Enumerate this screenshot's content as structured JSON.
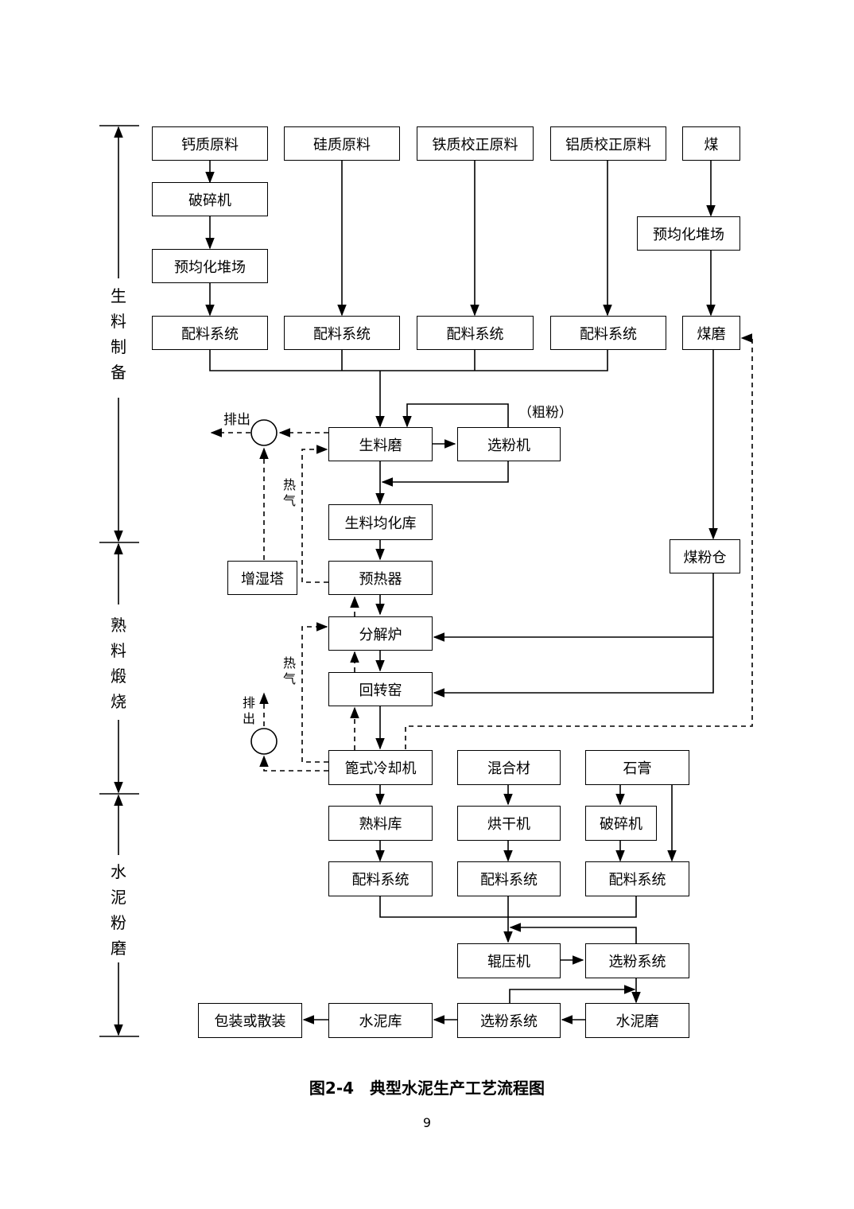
{
  "stages": {
    "raw": [
      "生",
      "料",
      "制",
      "备"
    ],
    "clinker": [
      "熟",
      "料",
      "煅",
      "烧"
    ],
    "grinding": [
      "水",
      "泥",
      "粉",
      "磨"
    ]
  },
  "boxes": {
    "ca_raw": "钙质原料",
    "si_raw": "硅质原料",
    "fe_raw": "铁质校正原料",
    "al_raw": "铝质校正原料",
    "coal": "煤",
    "crusher1": "破碎机",
    "prehomo1": "预均化堆场",
    "prehomo_coal": "预均化堆场",
    "batch": "配料系统",
    "coal_mill": "煤磨",
    "raw_mill": "生料磨",
    "separator": "选粉机",
    "raw_silo": "生料均化库",
    "humid_tower": "增湿塔",
    "preheater": "预热器",
    "calciner": "分解炉",
    "kiln": "回转窑",
    "coal_bin": "煤粉仓",
    "cooler": "篦式冷却机",
    "mixture": "混合材",
    "gypsum": "石膏",
    "clinker_silo": "熟料库",
    "dryer": "烘干机",
    "crusher2": "破碎机",
    "roller": "辊压机",
    "sep_system": "选粉系统",
    "cement_mill": "水泥磨",
    "cement_silo": "水泥库",
    "packing": "包装或散装"
  },
  "labels": {
    "exhaust": "排出",
    "exhaust_chars": [
      "排",
      "出"
    ],
    "hot_gas_chars": [
      "热",
      "气"
    ],
    "coarse": "（粗粉）"
  },
  "caption": "图2-4　典型水泥生产工艺流程图",
  "page_number": "9"
}
